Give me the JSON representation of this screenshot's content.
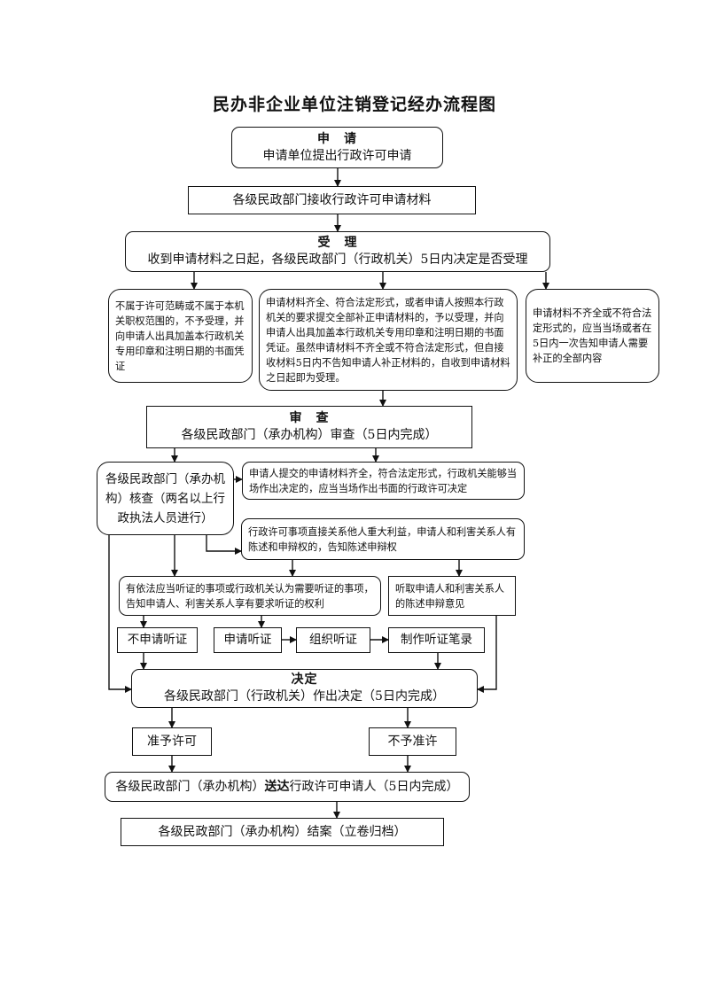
{
  "title": "民办非企业单位注销登记经办流程图",
  "apply": {
    "heading": "申　请",
    "text": "申请单位提出行政许可申请"
  },
  "receive": {
    "text": "各级民政部门接收行政许可申请材料"
  },
  "accept": {
    "heading": "受　理",
    "text": "收到申请材料之日起，各级民政部门（行政机关）5日内决定是否受理"
  },
  "branches": {
    "left": "不属于许可范畴或不属于本机关职权范围的，不予受理，并向申请人出具加盖本行政机关专用印章和注明日期的书面凭证",
    "middle": "申请材料齐全、符合法定形式，或者申请人按照本行政机关的要求提交全部补正申请材料的，予以受理，并向申请人出具加盖本行政机关专用印章和注明日期的书面凭证。虽然申请材料不齐全或不符合法定形式，但自接收材料5日内不告知申请人补正材料的，自收到申请材料之日起即为受理。",
    "right": "申请材料不齐全或不符合法定形式的，应当当场或者在5日内一次告知申请人需要补正的全部内容"
  },
  "review": {
    "heading": "审　查",
    "text": "各级民政部门（承办机构）审查（5日内完成）"
  },
  "verify": {
    "text": "各级民政部门（承办机构）核查（两名以上行政执法人员进行）"
  },
  "complete": {
    "text": "申请人提交的申请材料齐全，符合法定形式，行政机关能够当场作出决定的，应当当场作出书面的行政许可决定"
  },
  "interest": {
    "text": "行政许可事项直接关系他人重大利益，申请人和利害关系人有陈述和申辩权的，告知陈述申辩权"
  },
  "hearing_notice": {
    "text": "有依法应当听证的事项或行政机关认为需要听证的事项，告知申请人、利害关系人享有要求听证的权利"
  },
  "statements": {
    "text": "听取申请人和利害关系人的陈述申辩意见"
  },
  "hearing_options": {
    "no_request": "不申请听证",
    "request": "申请听证",
    "organize": "组织听证",
    "record": "制作听证笔录"
  },
  "decision": {
    "heading": "决定",
    "text": "各级民政部门（行政机关）作出决定（5日内完成）"
  },
  "outcomes": {
    "grant": "准予许可",
    "deny": "不予准许"
  },
  "deliver": {
    "part1": "各级民政部门（承办机构）",
    "bold": "送达",
    "part2": "行政许可申请人（5日内完成）"
  },
  "close": {
    "text": "各级民政部门（承办机构）结案（立卷归档）"
  }
}
